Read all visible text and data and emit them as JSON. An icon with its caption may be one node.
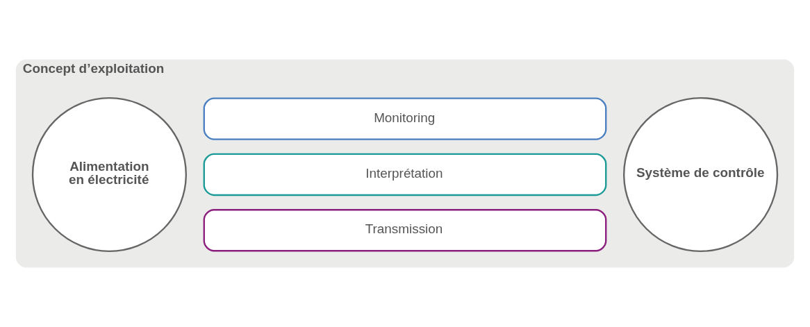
{
  "diagram": {
    "nodes": [
      {
        "text": [
          "Concept d’exploitation"
        ]
      },
      {
        "text": [
          "Alimentation en électricité"
        ],
        "in": 0
      },
      {
        "text": [
          "Monitoring"
        ],
        "in": 0
      },
      {
        "text": [
          "Interprétation"
        ],
        "in": 0
      },
      {
        "text": [
          "Transmission"
        ],
        "in": 0
      },
      {
        "text": [
          "Système de contrôle"
        ],
        "in": 0
      }
    ]
  }
}
